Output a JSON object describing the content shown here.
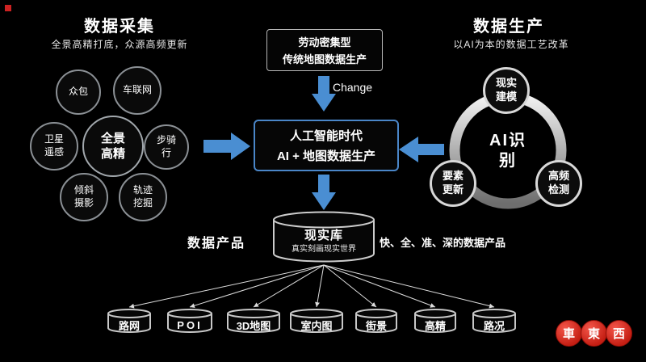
{
  "left_section": {
    "title": "数据采集",
    "subtitle": "全景高精打底，众源高频更新",
    "bubbles": [
      "众包",
      "车联网",
      "卫星\n遥感",
      "全景\n高精",
      "步骑\n行",
      "倾斜\n摄影",
      "轨迹\n挖掘"
    ]
  },
  "flow": {
    "legacy_line1": "劳动密集型",
    "legacy_line2": "传统地图数据生产",
    "change_label": "Change",
    "ai_line1": "人工智能时代",
    "ai_line2": "AI + 地图数据生产"
  },
  "right_section": {
    "title": "数据生产",
    "subtitle": "以AI为本的数据工艺改革",
    "center_label": "AI识\n别",
    "nodes": [
      "现实\n建模",
      "要素\n更新",
      "高频\n检测"
    ]
  },
  "products": {
    "section_label": "数据产品",
    "db_title": "现实库",
    "db_subtitle": "真实刻画现实世界",
    "tagline": "快、全、准、深的数据产品",
    "items": [
      "路网",
      "POI",
      "3D地图",
      "室内图",
      "街景",
      "高精",
      "路况"
    ]
  },
  "logo": {
    "chars": [
      "車",
      "東",
      "西"
    ]
  },
  "colors": {
    "arrow_blue": "#4a8ed2",
    "ring_silver": "#c9c9c9",
    "box_border_blue": "#4a86c8",
    "logo_red": "#d0281c",
    "background": "#000000"
  }
}
